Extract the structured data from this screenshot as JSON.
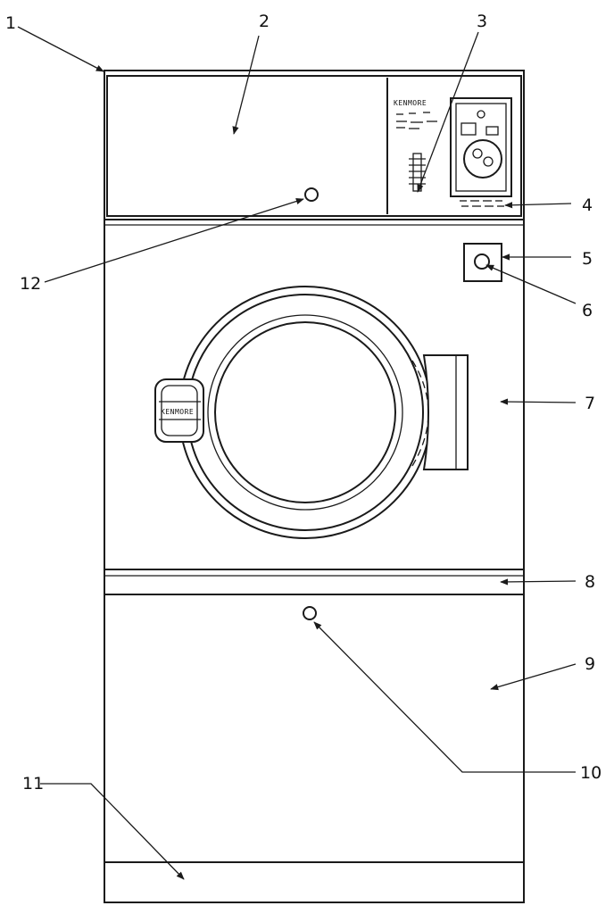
{
  "callouts": [
    {
      "number": "1"
    },
    {
      "number": "2"
    },
    {
      "number": "3"
    },
    {
      "number": "4"
    },
    {
      "number": "5"
    },
    {
      "number": "6"
    },
    {
      "number": "7"
    },
    {
      "number": "8"
    },
    {
      "number": "9"
    },
    {
      "number": "10"
    },
    {
      "number": "11"
    },
    {
      "number": "12"
    }
  ],
  "brand": {
    "panel_label": "KENMORE",
    "handle_label": "KENMORE"
  },
  "colors": {
    "ink": "#1a1a1a",
    "paper": "#ffffff"
  }
}
